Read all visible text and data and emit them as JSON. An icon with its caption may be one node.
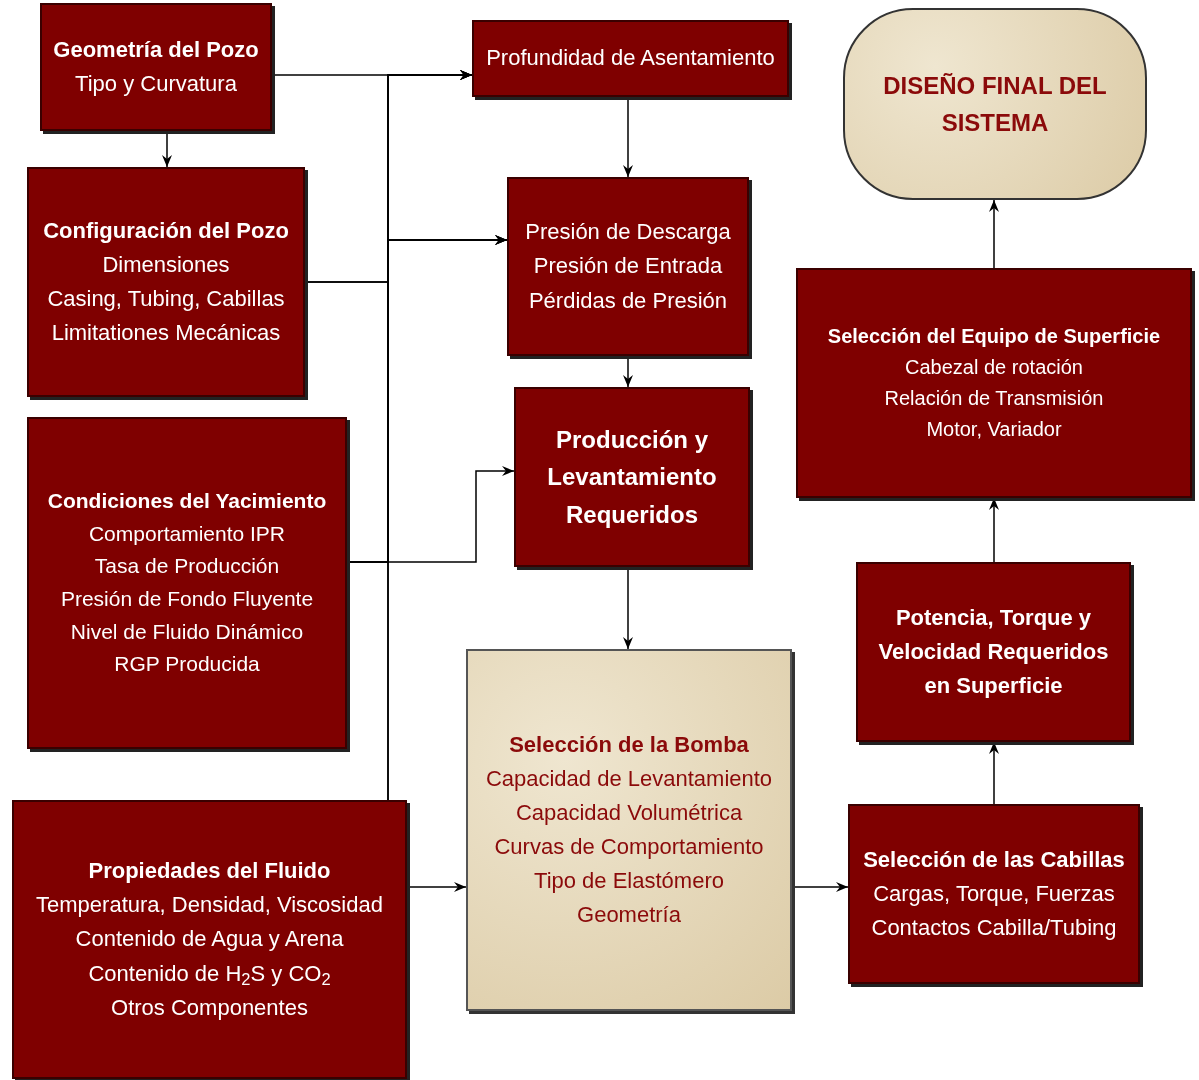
{
  "diagram": {
    "nodes": [
      {
        "text": [
          "Geometría del Pozo",
          "Tipo y Curvatura"
        ]
      },
      {
        "text": [
          "Configuración del Pozo",
          "Dimensiones",
          "Casing, Tubing, Cabillas",
          "Limitationes Mecánicas"
        ]
      },
      {
        "text": [
          "Condiciones del Yacimiento",
          "Comportamiento IPR",
          "Tasa de Producción",
          "Presión de Fondo Fluyente",
          "Nivel de Fluido Dinámico",
          "RGP Producida"
        ]
      },
      {
        "text": [
          "Propiedades del Fluido",
          "Temperatura, Densidad, Viscosidad",
          "Contenido de Agua y Arena",
          "Contenido de H$_{2}$S y CO$_{2}$",
          "Otros Componentes"
        ]
      },
      {
        "text": [
          "Profundidad de Asentamiento"
        ]
      },
      {
        "text": [
          "Presión de Descarga",
          "Presión de Entrada",
          "Pérdidas de Presión"
        ]
      },
      {
        "text": [
          "Producción y Levantamiento Requeridos"
        ]
      },
      {
        "text": [
          "Selección de la Bomba",
          "Capacidad de Levantamiento",
          "Capacidad Volumétrica",
          "Curvas de Comportamiento",
          "Tipo de Elastómero",
          "Geometría"
        ]
      },
      {
        "text": [
          "DISEÑO FINAL DEL SISTEMA"
        ]
      },
      {
        "text": [
          "Selección del Equipo de Superficie",
          "Cabezal de rotación",
          "Relación de Transmisión",
          "Motor, Variador"
        ]
      },
      {
        "text": [
          "Potencia, Torque y Velocidad Requeridos en Superficie"
        ]
      },
      {
        "text": [
          "Selección de las Cabillas",
          "Cargas, Torque, Fuerzas",
          "Contactos Cabilla/Tubing"
        ]
      }
    ],
    "edges": [
      {
        "from": 0,
        "to": 1,
        "arrow": "to"
      },
      {
        "from": 0,
        "to": 4,
        "arrow": "to"
      },
      {
        "from": 1,
        "to": 4,
        "arrow": "to"
      },
      {
        "from": 1,
        "to": 5,
        "arrow": "to"
      },
      {
        "from": 2,
        "to": 4,
        "arrow": "to"
      },
      {
        "from": 2,
        "to": 5,
        "arrow": "to"
      },
      {
        "from": 2,
        "to": 6,
        "arrow": "to"
      },
      {
        "from": 3,
        "to": 4,
        "arrow": "to"
      },
      {
        "from": 3,
        "to": 5,
        "arrow": "to"
      },
      {
        "from": 3,
        "to": 7,
        "arrow": "to"
      },
      {
        "from": 4,
        "to": 5,
        "arrow": "to"
      },
      {
        "from": 5,
        "to": 6,
        "arrow": "to"
      },
      {
        "from": 6,
        "to": 7,
        "arrow": "to"
      },
      {
        "from": 7,
        "to": 11,
        "arrow": "to"
      },
      {
        "from": 11,
        "to": 10,
        "arrow": "to"
      },
      {
        "from": 10,
        "to": 9,
        "arrow": "to"
      },
      {
        "from": 9,
        "to": 8,
        "arrow": "to"
      }
    ]
  }
}
